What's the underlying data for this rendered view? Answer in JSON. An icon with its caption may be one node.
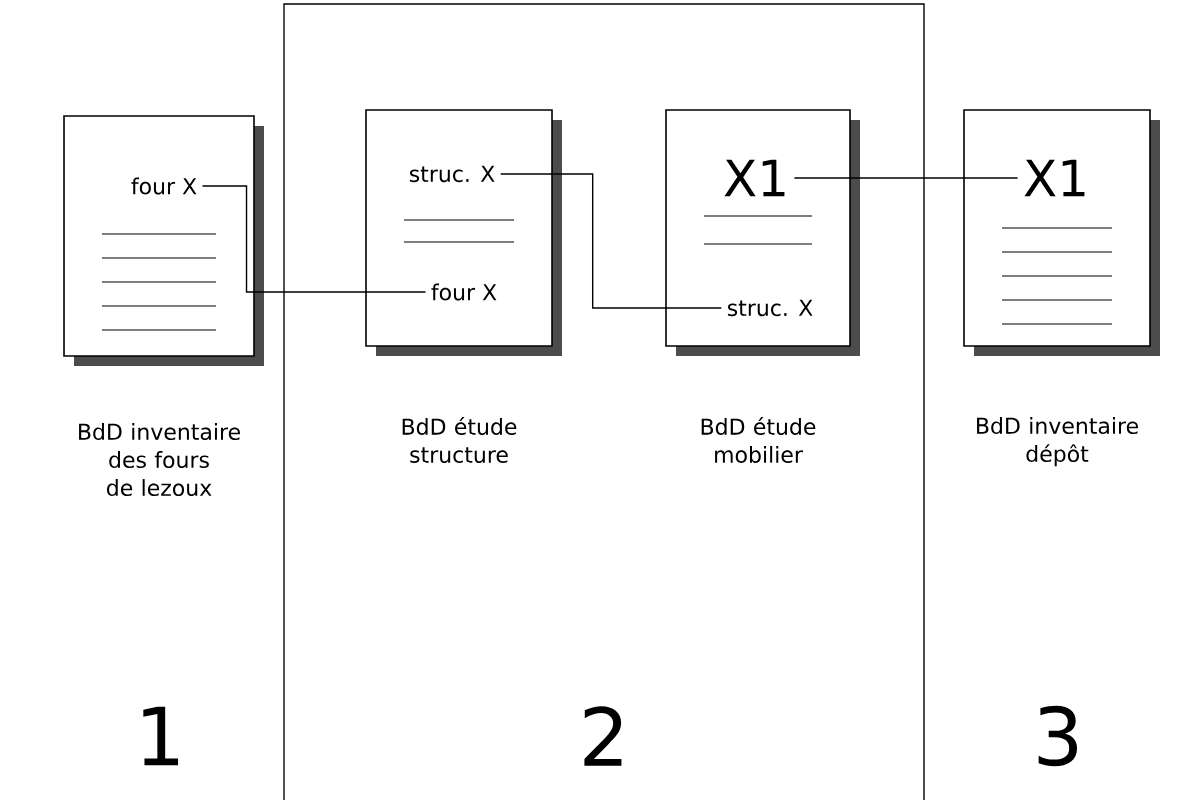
{
  "diagram": {
    "nodes": [
      {
        "text": [],
        "shape": "box",
        "beside": [
          "BdD inventaire des fours de lezoux"
        ]
      },
      {
        "text": [
          "four X"
        ],
        "in": 0
      },
      {
        "text": [
          "2"
        ]
      },
      {
        "text": [],
        "shape": "box",
        "in": 2,
        "beside": [
          "BdD étude structure"
        ]
      },
      {
        "text": [
          "struc. X"
        ],
        "in": 3
      },
      {
        "text": [
          "four X"
        ],
        "in": 3
      },
      {
        "text": [],
        "shape": "box",
        "in": 2,
        "beside": [
          "BdD étude mobilier"
        ]
      },
      {
        "text": [
          "X1"
        ],
        "in": 6
      },
      {
        "text": [
          "struc. X"
        ],
        "in": 6
      },
      {
        "text": [],
        "shape": "box",
        "beside": [
          "BdD inventaire dépôt"
        ]
      },
      {
        "text": [
          "X1"
        ],
        "in": 9
      }
    ],
    "edges": [
      {
        "from": 1,
        "to": 5,
        "arrow": "none"
      },
      {
        "from": 4,
        "to": 8,
        "arrow": "none"
      },
      {
        "from": 7,
        "to": 10,
        "arrow": "none"
      }
    ],
    "labels": [
      "1",
      "3"
    ]
  }
}
